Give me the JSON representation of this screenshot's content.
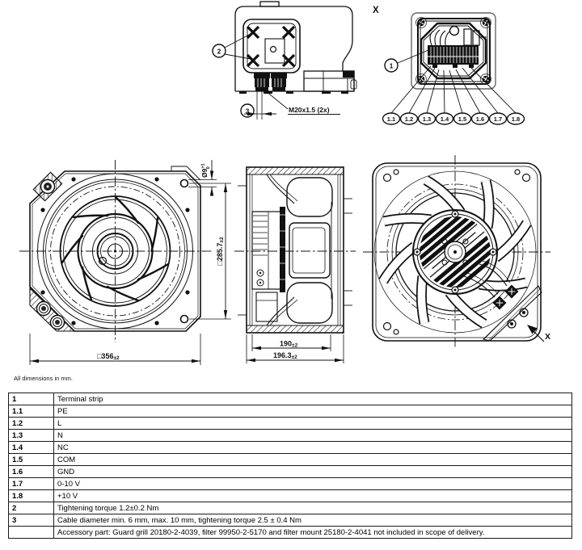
{
  "note": "All dimensions in mm.",
  "top_side_view": {
    "callout_mounting_bracket": "2",
    "callout_gland_clearance": "3",
    "gland_thread_label": "M20x1.5 (2x)"
  },
  "terminal_view": {
    "view_marker": "X",
    "callout_terminal_strip": "1",
    "terminal_ids": [
      "1.1",
      "1.2",
      "1.3",
      "1.4",
      "1.5",
      "1.6",
      "1.7",
      "1.8"
    ]
  },
  "front_view": {
    "dim_outer_square": "□356",
    "dim_outer_square_tol": "±2",
    "dim_hole_pitch": "□285.7",
    "dim_hole_pitch_tol": "±2",
    "dim_hole_dia": "Ø9",
    "dim_hole_dia_tol_upper": "+1",
    "dim_hole_dia_tol_lower": "0"
  },
  "profile_view": {
    "dim_housing_depth": "190",
    "dim_housing_depth_tol": "±2",
    "dim_overall_depth": "196.3",
    "dim_overall_depth_tol": "±2"
  },
  "rear_view": {
    "view_marker": "X"
  },
  "table": {
    "rows": [
      {
        "id": "1",
        "desc": "Terminal strip"
      },
      {
        "id": "1.1",
        "desc": "PE"
      },
      {
        "id": "1.2",
        "desc": "L"
      },
      {
        "id": "1.3",
        "desc": "N"
      },
      {
        "id": "1.4",
        "desc": "NC"
      },
      {
        "id": "1.5",
        "desc": "COM"
      },
      {
        "id": "1.6",
        "desc": "GND"
      },
      {
        "id": "1.7",
        "desc": "0-10 V"
      },
      {
        "id": "1.8",
        "desc": "+10 V"
      },
      {
        "id": "2",
        "desc": "Tightening torque 1.2±0.2 Nm"
      },
      {
        "id": "3",
        "desc": "Cable diameter min. 6 mm, max. 10 mm, tightening torque 2.5 ± 0.4 Nm"
      },
      {
        "id": "",
        "desc": "Accessory part: Guard grill 20180-2-4039, filter 99950-2-5170 and filter mount 25180-2-4041 not included in scope of delivery."
      }
    ]
  }
}
